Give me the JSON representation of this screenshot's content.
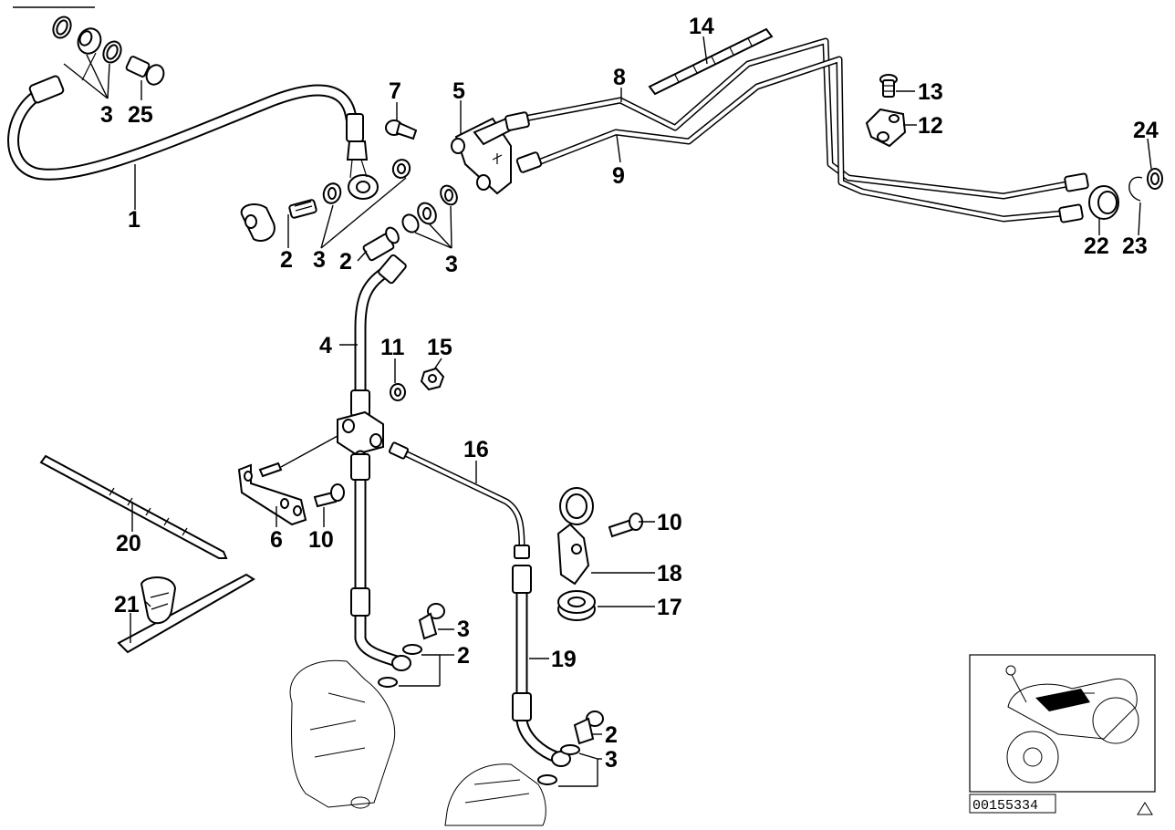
{
  "diagram": {
    "labels": {
      "c1": "1",
      "c3a": "3",
      "c25": "25",
      "c7": "7",
      "c5": "5",
      "c2a": "2",
      "c3b": "3",
      "c2b": "2",
      "c3c": "3",
      "c4": "4",
      "c11": "11",
      "c15": "15",
      "c8": "8",
      "c9": "9",
      "c14": "14",
      "c13": "13",
      "c12": "12",
      "c24": "24",
      "c22": "22",
      "c23": "23",
      "c16": "16",
      "c6": "6",
      "c10a": "10",
      "c20": "20",
      "c21": "21",
      "c10b": "10",
      "c18": "18",
      "c17": "17",
      "c3d": "3",
      "c2c": "2",
      "c19": "19",
      "c2d": "2",
      "c3e": "3"
    },
    "reference_number": "00155334"
  }
}
